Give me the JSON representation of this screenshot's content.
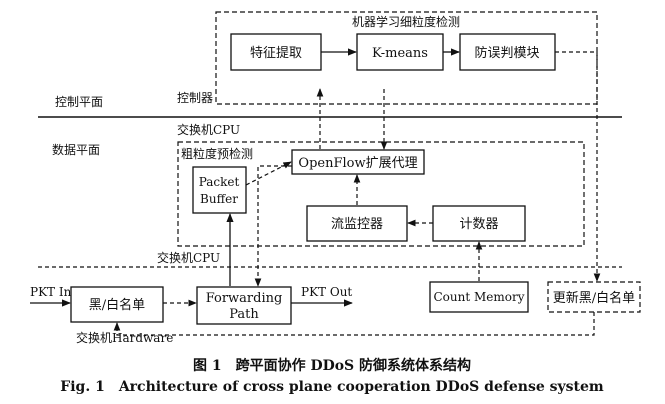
{
  "planes": {
    "control": "控制平面",
    "data": "数据平面"
  },
  "regions": {
    "ml_detection": "机器学习细粒度检测",
    "controller": "控制器",
    "switch_cpu_top": "交换机CPU",
    "coarse_detection": "粗粒度预检测",
    "switch_cpu_bottom": "交换机CPU",
    "switch_hw": "交换机Hardware"
  },
  "nodes": {
    "feature": "特征提取",
    "kmeans": "K-means",
    "anti_misjudge": "防误判模块",
    "openflow": "OpenFlow扩展代理",
    "packet_buffer_l1": "Packet",
    "packet_buffer_l2": "Buffer",
    "flow_monitor": "流监控器",
    "counter": "计数器",
    "bw_list": "黑/白名单",
    "fwd_l1": "Forwarding",
    "fwd_l2": "Path",
    "count_memory": "Count Memory",
    "update_list": "更新黑/白名单"
  },
  "io": {
    "pkt_in": "PKT In",
    "pkt_out": "PKT Out"
  },
  "caption": {
    "cn": "图 1　跨平面协作 DDoS 防御系统体系结构",
    "en": "Fig. 1　Architecture of cross plane cooperation DDoS defense system"
  }
}
